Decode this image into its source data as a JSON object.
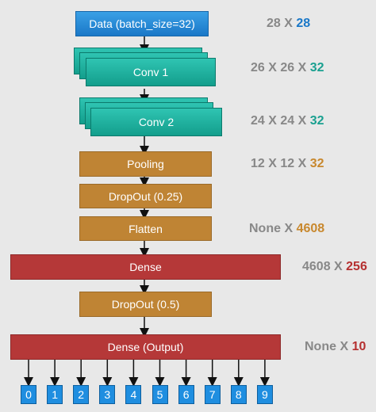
{
  "layers": {
    "data": "Data (batch_size=32)",
    "conv1": "Conv 1",
    "conv2": "Conv 2",
    "pooling": "Pooling",
    "dropout1": "DropOut (0.25)",
    "flatten": "Flatten",
    "dense": "Dense",
    "dropout2": "DropOut (0.5)",
    "dense_output": "Dense (Output)"
  },
  "dims": {
    "data": {
      "prefix": "28 X ",
      "accent": "28",
      "color": "#1a78c8"
    },
    "conv1": {
      "prefix": "26 X 26 X ",
      "accent": "32",
      "color": "#1aa090"
    },
    "conv2": {
      "prefix": "24 X 24 X ",
      "accent": "32",
      "color": "#1aa090"
    },
    "pooling": {
      "prefix": "12 X 12 X ",
      "accent": "32",
      "color": "#c8882e"
    },
    "flatten": {
      "prefix": "None X ",
      "accent": "4608",
      "color": "#c8882e"
    },
    "dense": {
      "prefix": "4608 X ",
      "accent": "256",
      "color": "#b53030"
    },
    "output": {
      "prefix": "None X ",
      "accent": "10",
      "color": "#b53030"
    }
  },
  "outputs": [
    "0",
    "1",
    "2",
    "3",
    "4",
    "5",
    "6",
    "7",
    "8",
    "9"
  ]
}
